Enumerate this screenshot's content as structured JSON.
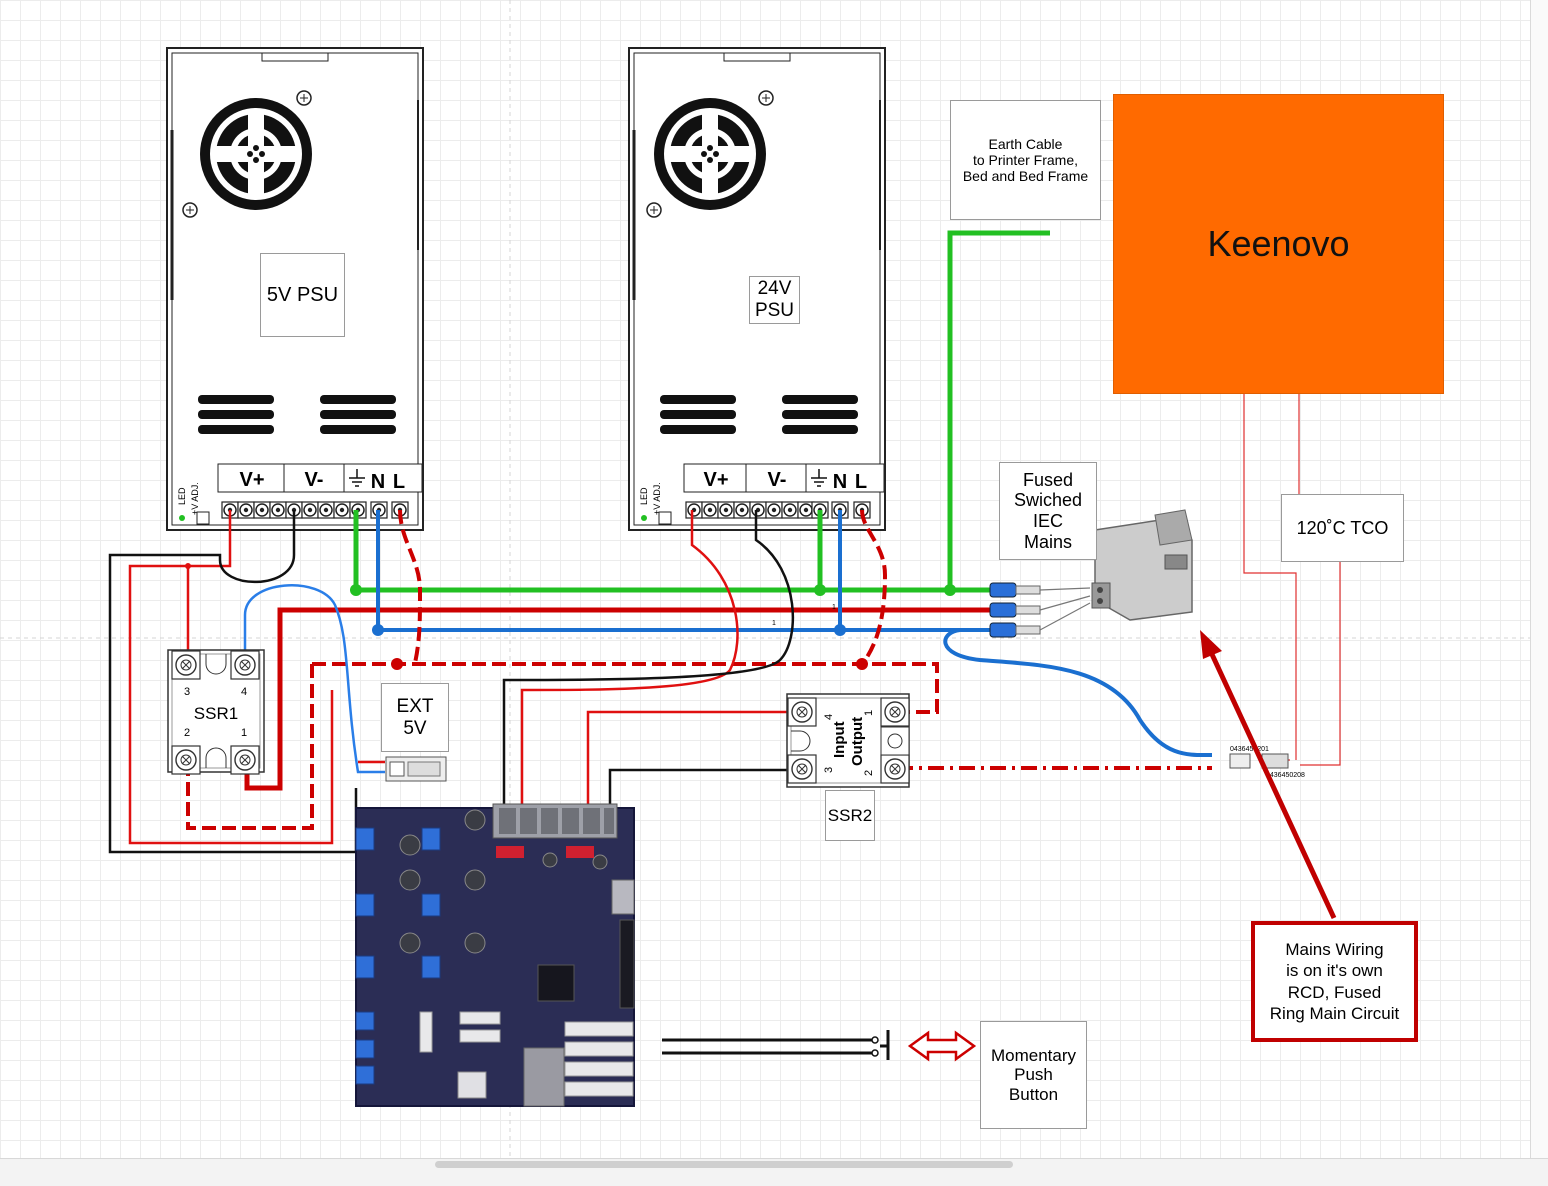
{
  "psu_5v": {
    "label": "5V PSU",
    "v_plus": "V+",
    "v_minus": "V-",
    "n": "N",
    "l": "L",
    "led": "LED",
    "adj": "+V ADJ."
  },
  "psu_24v": {
    "label": "24V\nPSU",
    "v_plus": "V+",
    "v_minus": "V-",
    "n": "N",
    "l": "L",
    "led": "LED",
    "adj": "+V ADJ."
  },
  "earth_note": "Earth Cable\nto Printer Frame,\nBed and Bed Frame",
  "heater": "Keenovo",
  "iec_label": "Fused\nSwiched\nIEC\nMains",
  "tco_label": "120˚C TCO",
  "ssr1": {
    "label": "SSR1",
    "pins": [
      "3",
      "4",
      "2",
      "1"
    ]
  },
  "ssr2": {
    "label": "SSR2",
    "input": "Input",
    "output": "Output",
    "pins": [
      "4",
      "1",
      "3",
      "2"
    ]
  },
  "ext5v": "EXT\n5V",
  "button_label": "Momentary\nPush\nButton",
  "mains_note": "Mains Wiring\nis on it's own\nRCD, Fused\nRing Main Circuit",
  "connector_codes": [
    "0436450201",
    "0436450208"
  ],
  "wire_marks": [
    "1",
    "1"
  ],
  "colors": {
    "earth": "#22c022",
    "live": "#cc0000",
    "neutral": "#1a6fd0",
    "heater": "#ff6a00",
    "note_border": "#c00000"
  }
}
